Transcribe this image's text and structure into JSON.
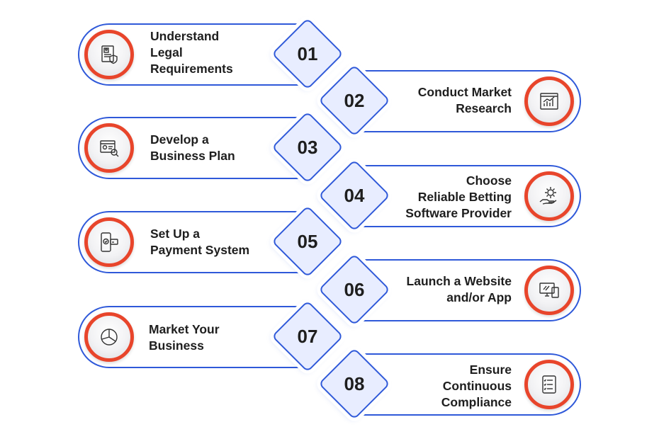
{
  "colors": {
    "accent_blue": "#2f59d9",
    "accent_red": "#e8452b",
    "diamond_fill": "#e8edff"
  },
  "steps": [
    {
      "number": "01",
      "label": "Understand\nLegal\nRequirements",
      "icon": "legal-document-icon"
    },
    {
      "number": "02",
      "label": "Conduct Market\nResearch",
      "icon": "market-chart-icon"
    },
    {
      "number": "03",
      "label": "Develop a\nBusiness Plan",
      "icon": "business-plan-icon"
    },
    {
      "number": "04",
      "label": "Choose\nReliable Betting\nSoftware Provider",
      "icon": "gear-hand-icon"
    },
    {
      "number": "05",
      "label": "Set Up a\nPayment System",
      "icon": "phone-payment-icon"
    },
    {
      "number": "06",
      "label": "Launch a Website\nand/or App",
      "icon": "devices-icon"
    },
    {
      "number": "07",
      "label": "Market Your\nBusiness",
      "icon": "pie-chart-icon"
    },
    {
      "number": "08",
      "label": "Ensure\nContinuous\nCompliance",
      "icon": "compliance-checklist-icon"
    }
  ]
}
